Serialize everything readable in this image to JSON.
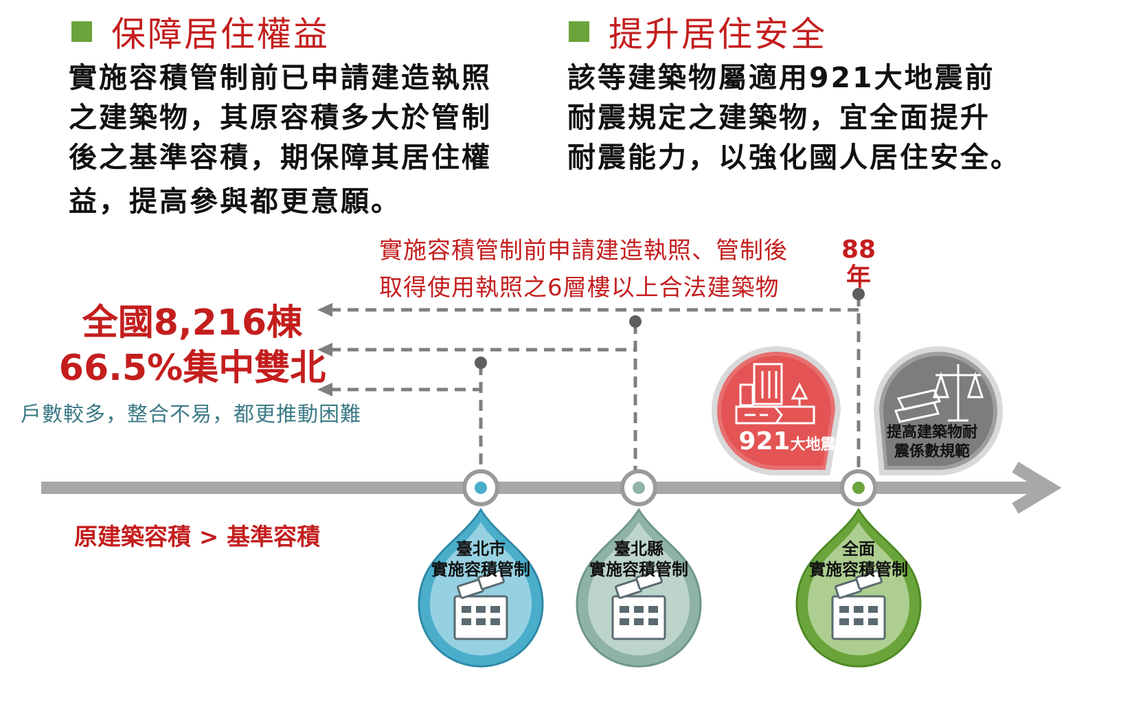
{
  "left_section": {
    "title": "保障居住權益",
    "lines": [
      "實施容積管制前已申請建造執照",
      "之建築物，其原容積多大於管制",
      "後之基準容積，期保障其居住權",
      "益，提高參與都更意願。"
    ]
  },
  "right_section": {
    "title": "提升居住安全",
    "lines": [
      "該等建築物屬適用921大地震前",
      "耐震規定之建築物，宜全面提升",
      "耐震能力，以強化國人居住安全。"
    ]
  },
  "timeline_note": {
    "lines": [
      "實施容積管制前申請建造執照、管制後",
      "取得使用執照之6層樓以上合法建築物"
    ]
  },
  "year_marker": {
    "lines": [
      "88",
      "年"
    ]
  },
  "stats": {
    "line1": "全國8,216棟",
    "line2": "66.5%集中雙北",
    "note": "戶數較多，整合不易，都更推動困難"
  },
  "ratio_label": "原建築容積 > 基準容積",
  "earthquake_badge": {
    "number": "921",
    "text": "大地震"
  },
  "code_badge": {
    "lines": [
      "提高建築物耐",
      "震係數規範"
    ]
  },
  "milestones": [
    {
      "lines": [
        "臺北市",
        "實施容積管制"
      ],
      "color": "#4aaecb"
    },
    {
      "lines": [
        "臺北縣",
        "實施容積管制"
      ],
      "color": "#8fb3a6"
    },
    {
      "lines": [
        "全面",
        "實施容積管制"
      ],
      "color": "#6aa43a"
    }
  ],
  "colors": {
    "red": "#c41e1e",
    "green": "#6aa43a",
    "gray": "#a8a8a8",
    "teal": "#3c7a86"
  }
}
